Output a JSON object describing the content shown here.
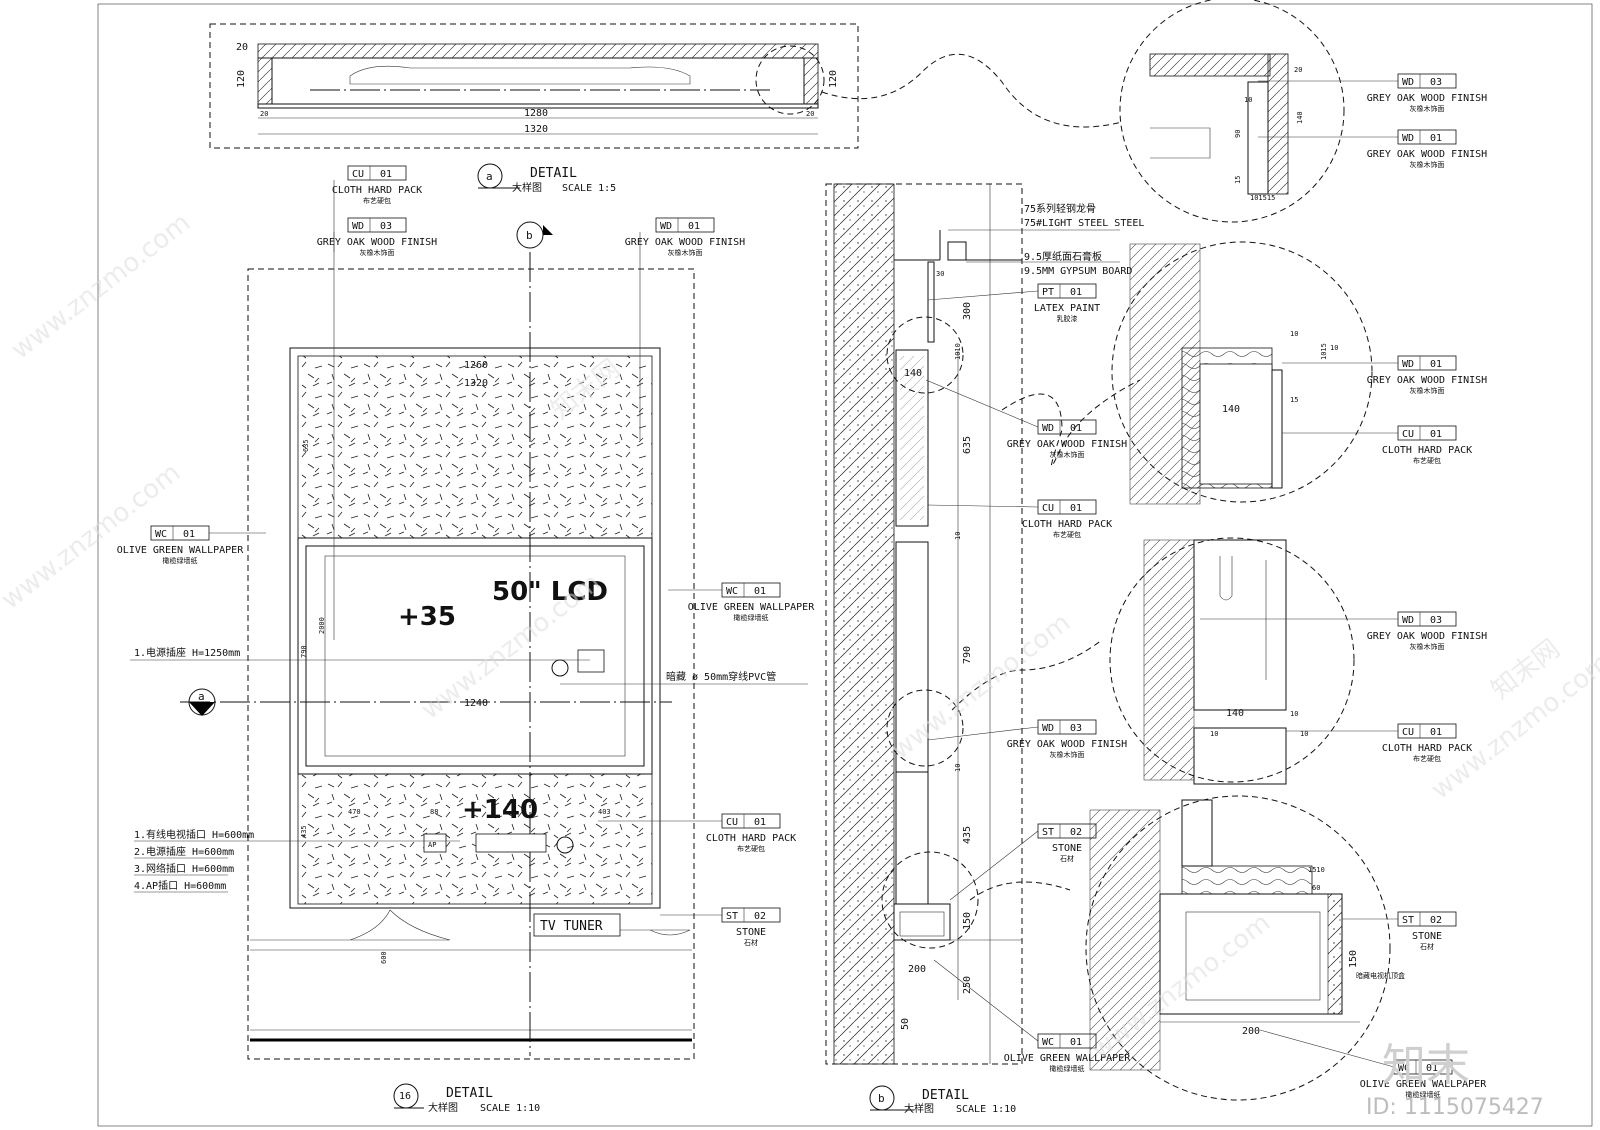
{
  "plan_detail": {
    "dim_top": "20",
    "dim_height_left": "120",
    "dim_height_right": "120",
    "dim_inner_width": "1280",
    "dim_outer_width": "1320",
    "dim_side_left": "20",
    "dim_side_right": "20"
  },
  "detail_a_title": {
    "marker": "a",
    "name": "DETAIL",
    "subtitle": "大样图",
    "scale": "SCALE 1:5"
  },
  "detail_16_title": {
    "marker": "16",
    "name": "DETAIL",
    "subtitle": "大样图",
    "scale": "SCALE 1:10"
  },
  "detail_b_title": {
    "marker": "b",
    "name": "DETAIL",
    "subtitle": "大样图",
    "scale": "SCALE 1:10"
  },
  "elevation": {
    "section_marker_b": "b",
    "section_marker_a": "a",
    "tv_label": "50\" LCD",
    "level_35": "+35",
    "level_140": "+140",
    "tv_tuner": "TV TUNER",
    "dim_1260": "1260",
    "dim_1320": "1320",
    "dim_1240": "1240",
    "dim_635": "635",
    "dim_2000": "2000",
    "dim_790": "790",
    "dim_435": "435",
    "dim_600": "600",
    "dim_470": "470",
    "dim_88": "88",
    "dim_403": "403",
    "pvc_note": "暗藏 ø 50mm穿线PVC管",
    "socket_note": "1.电源插座 H=1250mm",
    "socket_list": [
      "1.有线电视插口 H=600mm",
      "2.电源插座 H=600mm",
      "3.网络插口 H=600mm",
      "4.AP插口 H=600mm"
    ],
    "ap_label": "AP"
  },
  "tags_left": [
    {
      "code": "CU",
      "num": "01",
      "en": "CLOTH HARD PACK",
      "cn": "布艺硬包"
    },
    {
      "code": "WD",
      "num": "03",
      "en": "GREY OAK WOOD FINISH",
      "cn": "灰橡木饰面"
    },
    {
      "code": "WD",
      "num": "01",
      "en": "GREY OAK WOOD FINISH",
      "cn": "灰橡木饰面"
    },
    {
      "code": "WC",
      "num": "01",
      "en": "OLIVE GREEN WALLPAPER",
      "cn": "橄榄绿墙纸"
    },
    {
      "code": "WC",
      "num": "01",
      "en": "OLIVE GREEN WALLPAPER",
      "cn": "橄榄绿墙纸"
    },
    {
      "code": "CU",
      "num": "01",
      "en": "CLOTH HARD PACK",
      "cn": "布艺硬包"
    },
    {
      "code": "ST",
      "num": "02",
      "en": "STONE",
      "cn": "石材"
    }
  ],
  "section_b": {
    "steel_cn": "75系列轻钢龙骨",
    "steel_en": "75#LIGHT STEEL STEEL",
    "gypsum_cn": "9.5厚纸面石膏板",
    "gypsum_en": "9.5MM GYPSUM BOARD",
    "dim_30": "30",
    "dim_300": "300",
    "dim_140": "140",
    "dim_635": "635",
    "dim_10a": "10",
    "dim_790": "790",
    "dim_10b": "10",
    "dim_435": "435",
    "dim_150": "150",
    "dim_200": "200",
    "dim_250": "250",
    "dim_50": "50",
    "dim_1010": "1010"
  },
  "tags_section": [
    {
      "code": "PT",
      "num": "01",
      "en": "LATEX PAINT",
      "cn": "乳胶漆"
    },
    {
      "code": "WD",
      "num": "01",
      "en": "GREY OAK WOOD FINISH",
      "cn": "灰橡木饰面"
    },
    {
      "code": "CU",
      "num": "01",
      "en": "CLOTH HARD PACK",
      "cn": "布艺硬包"
    },
    {
      "code": "WD",
      "num": "03",
      "en": "GREY OAK WOOD FINISH",
      "cn": "灰橡木饰面"
    },
    {
      "code": "ST",
      "num": "02",
      "en": "STONE",
      "cn": "石材"
    },
    {
      "code": "WC",
      "num": "01",
      "en": "OLIVE GREEN WALLPAPER",
      "cn": "橄榄绿墙纸"
    }
  ],
  "tags_callouts": [
    {
      "code": "WD",
      "num": "03",
      "en": "GREY OAK WOOD FINISH",
      "cn": "灰橡木饰面"
    },
    {
      "code": "WD",
      "num": "01",
      "en": "GREY OAK WOOD FINISH",
      "cn": "灰橡木饰面"
    },
    {
      "code": "WD",
      "num": "01",
      "en": "GREY OAK WOOD FINISH",
      "cn": "灰橡木饰面"
    },
    {
      "code": "CU",
      "num": "01",
      "en": "CLOTH HARD PACK",
      "cn": "布艺硬包"
    },
    {
      "code": "WD",
      "num": "03",
      "en": "GREY OAK WOOD FINISH",
      "cn": "灰橡木饰面"
    },
    {
      "code": "CU",
      "num": "01",
      "en": "CLOTH HARD PACK",
      "cn": "布艺硬包"
    },
    {
      "code": "ST",
      "num": "02",
      "en": "STONE",
      "cn": "石材"
    },
    {
      "code": "WC",
      "num": "01",
      "en": "OLIVE GREEN WALLPAPER",
      "cn": "橄榄绿墙纸"
    }
  ],
  "callout_dims": {
    "c1_20": "20",
    "c1_10": "10",
    "c1_90": "90",
    "c1_140": "140",
    "c1_15": "15",
    "c1_101515": "101515",
    "c2_10": "10",
    "c2_1015": "1015",
    "c2_10b": "10",
    "c2_140": "140",
    "c2_15": "15",
    "c3_140": "140",
    "c3_10": "10",
    "c3_10b": "10",
    "c3_10c": "10",
    "c4_1510": "1510",
    "c4_60": "60",
    "c4_150": "150",
    "c4_200": "200",
    "c4_note": "暗藏电视机顶盒"
  },
  "watermark": {
    "site": "www.znzmo.com",
    "brand": "知末网",
    "logo": "知末",
    "id": "ID: 1115075427"
  }
}
